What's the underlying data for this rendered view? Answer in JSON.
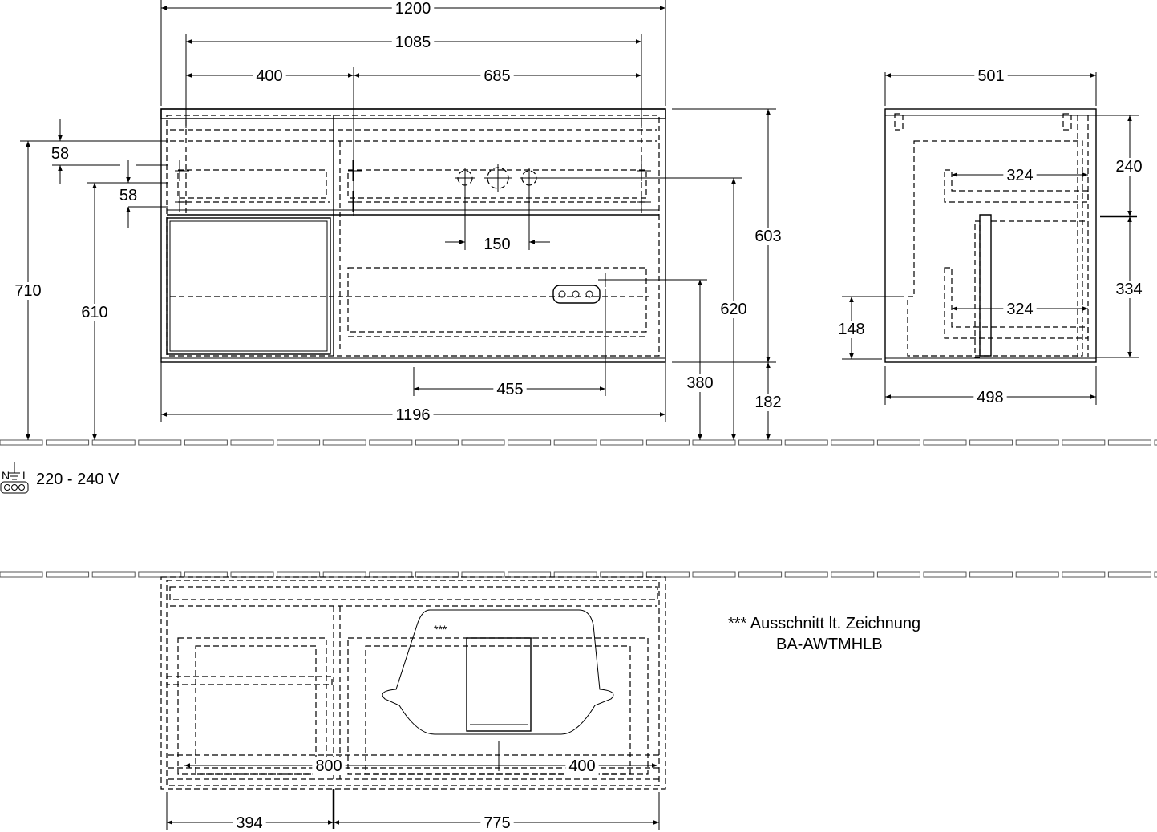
{
  "front_view": {
    "width_top": "1200",
    "width_inner": "1085",
    "left_section": "400",
    "right_section": "685",
    "offset_top": "58",
    "offset_second": "58",
    "height_total": "710",
    "height_mid": "610",
    "tap_spacing": "150",
    "socket_offset": "455",
    "width_bottom": "1196",
    "body_height": "603",
    "height_to_tap": "620",
    "socket_height": "380",
    "floor_gap": "182"
  },
  "side_view": {
    "depth_top": "501",
    "drawer_depth_upper": "324",
    "drawer_depth_lower": "324",
    "upper_height": "240",
    "lower_height": "334",
    "socket_height": "148",
    "depth_bottom": "498"
  },
  "electrical": {
    "voltage": "220 - 240 V",
    "symbol_n": "N",
    "symbol_l": "L"
  },
  "top_view": {
    "marker": "***",
    "width_800": "800",
    "width_400": "400",
    "left_width": "394",
    "right_width": "775"
  },
  "note": {
    "line1": "*** Ausschnitt lt. Zeichnung",
    "line2": "BA-AWTMHLB"
  }
}
